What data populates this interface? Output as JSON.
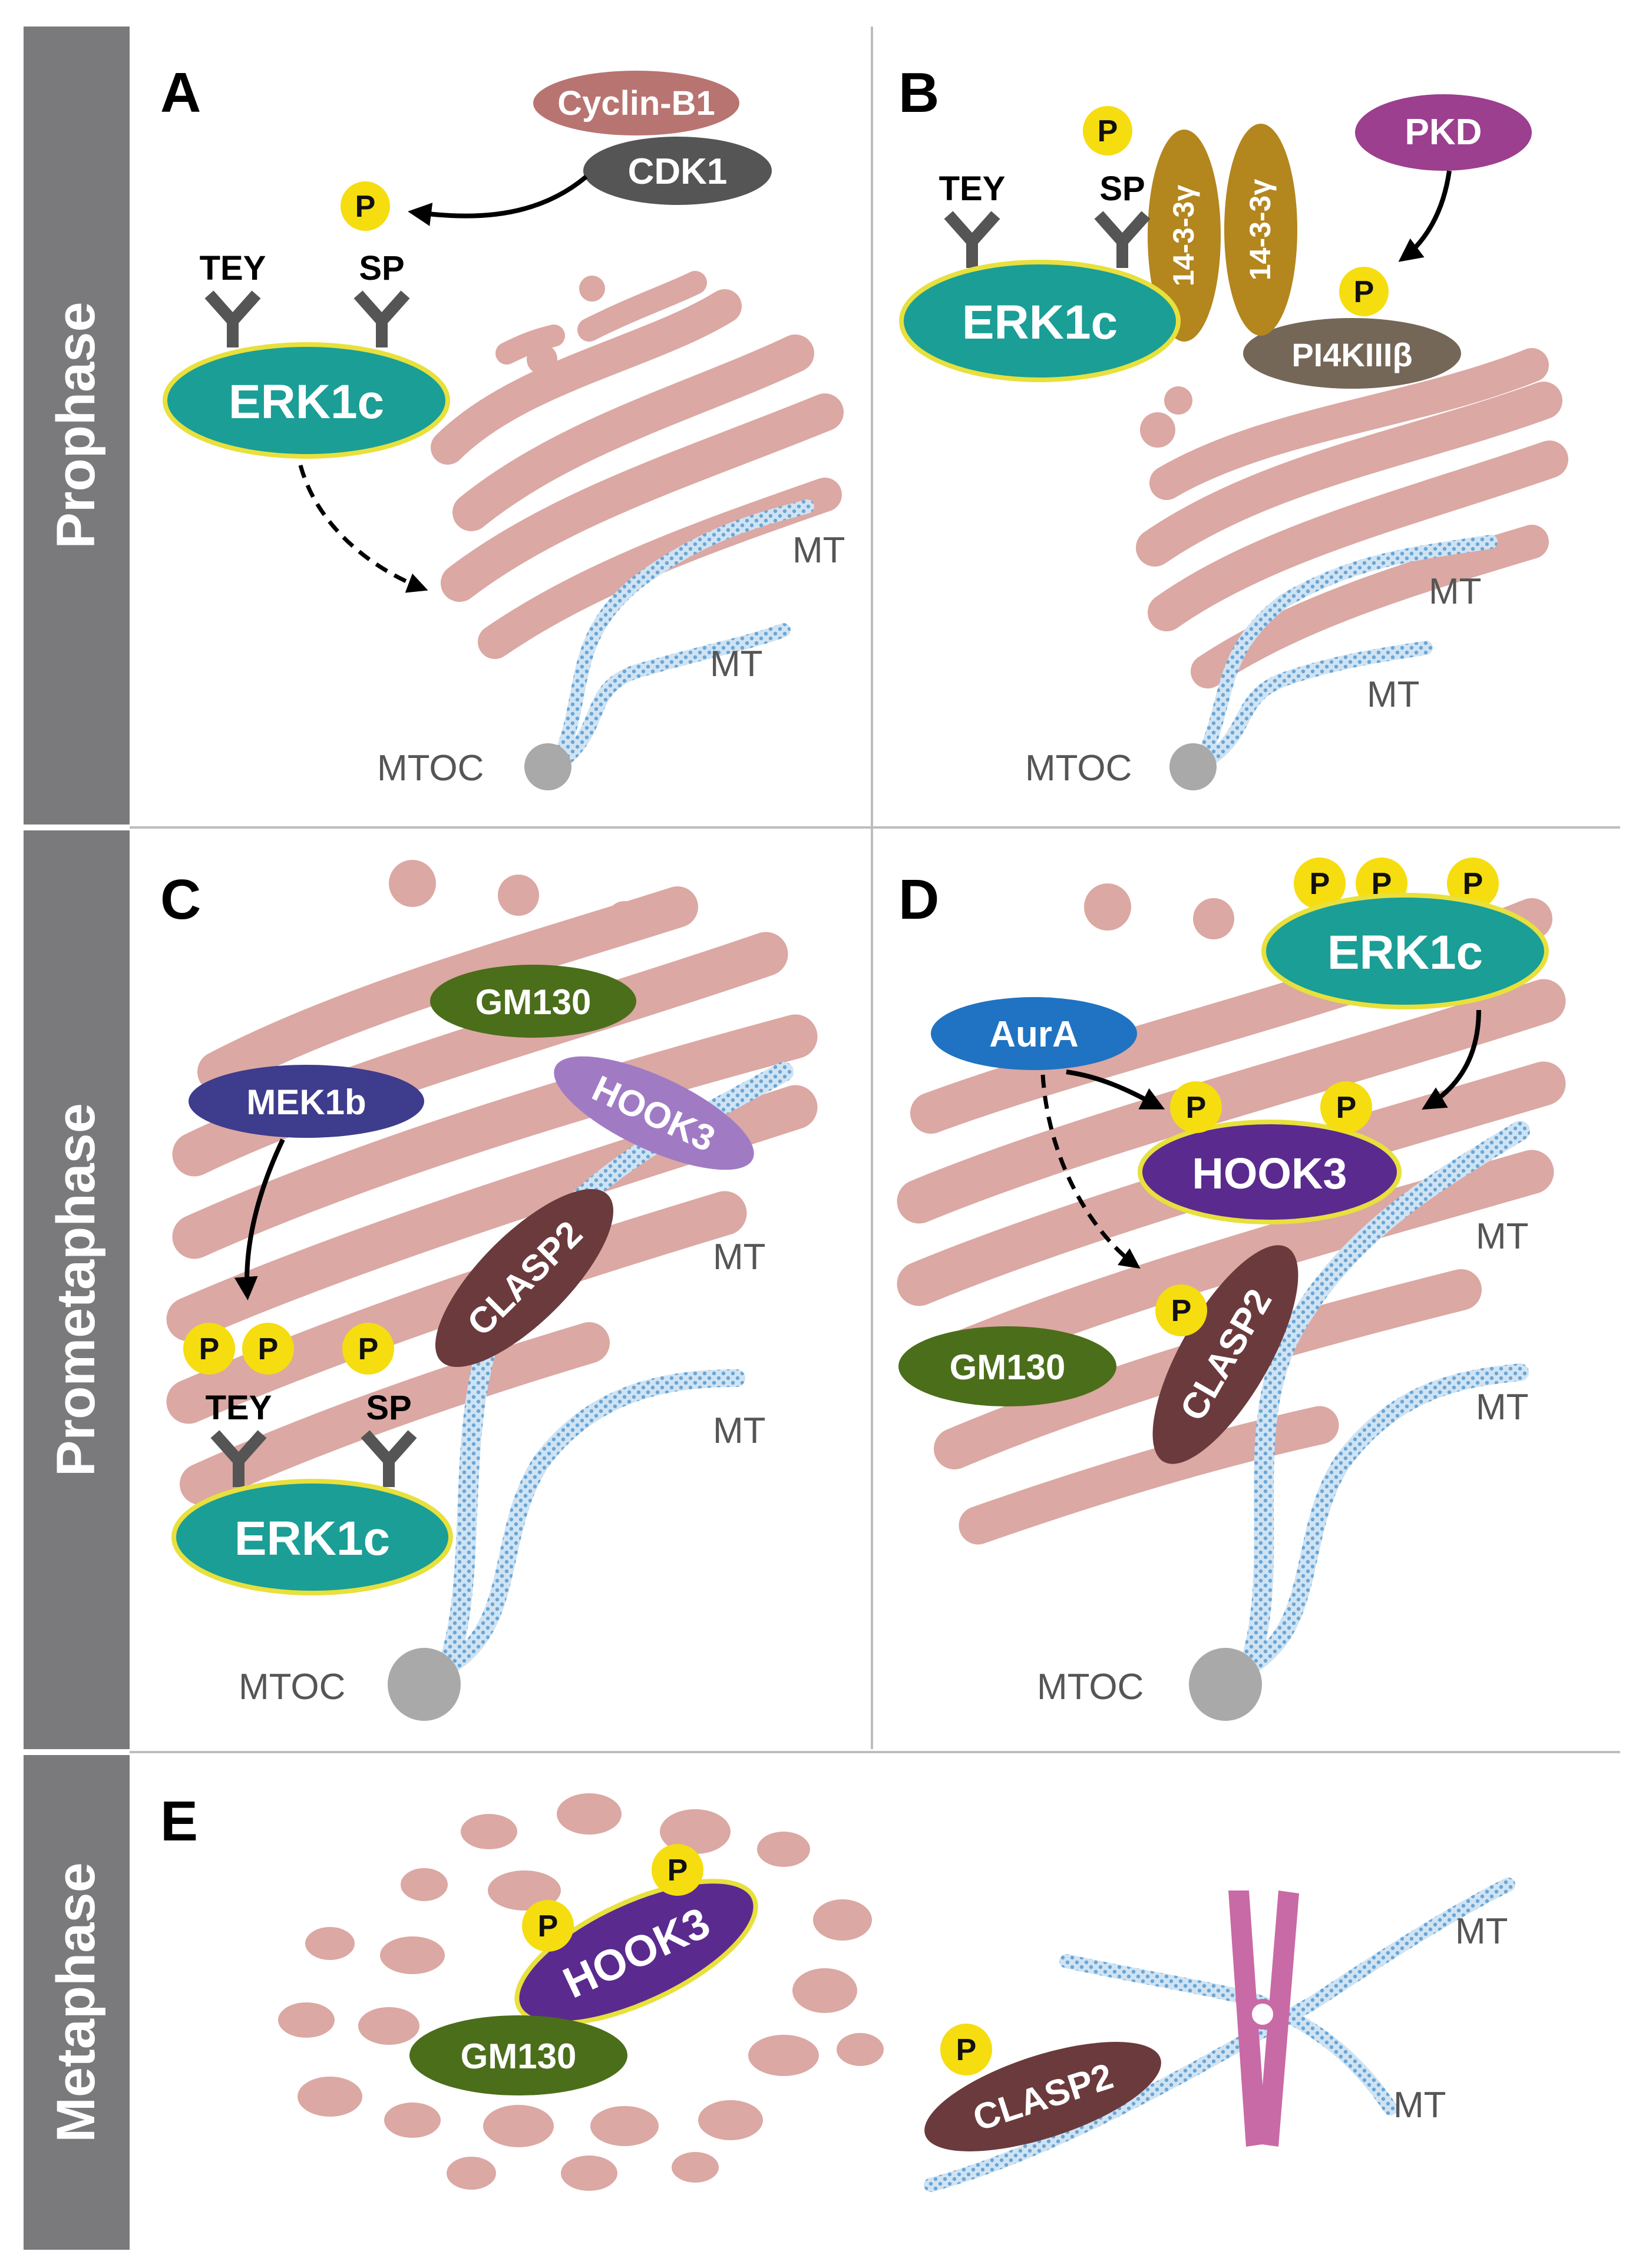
{
  "figure": {
    "stages": [
      {
        "label": "Prophase"
      },
      {
        "label": "Prometaphase"
      },
      {
        "label": "Metaphase"
      }
    ],
    "panels": [
      "A",
      "B",
      "C",
      "D",
      "E"
    ],
    "p": "P",
    "mt": "MT",
    "mtoc": "MTOC",
    "tey": "TEY",
    "sp": "SP",
    "proteins": {
      "erk1c": "ERK1c",
      "cyclin": "Cyclin-B1",
      "cdk1": "CDK1",
      "pkd": "PKD",
      "pi4k": "PI4KIIIβ",
      "p1433": "14-3-3γ",
      "gm130": "GM130",
      "mek1b": "MEK1b",
      "hook3": "HOOK3",
      "clasp2": "CLASP2",
      "aura": "AurA"
    },
    "colors": {
      "sidebar": "#7a7a7c",
      "golgi": "#dba8a3",
      "erk": "#1a9e96",
      "erk_outline": "#e8e03c",
      "cyclin": "#b87471",
      "cdk": "#555555",
      "pkd": "#9b3f8e",
      "pi4k": "#756757",
      "p1433": "#b3861e",
      "gm130": "#4b6e1a",
      "mek": "#3e3c8c",
      "hook3_light": "#a07bc4",
      "hook3_dark": "#5a2a8f",
      "clasp2": "#6b3a3c",
      "aura": "#1f73c2",
      "phospho": "#f5dd10",
      "mt": "#7fb6de",
      "mtoc": "#a9a9a9",
      "chromosome": "#c86aa5"
    }
  }
}
